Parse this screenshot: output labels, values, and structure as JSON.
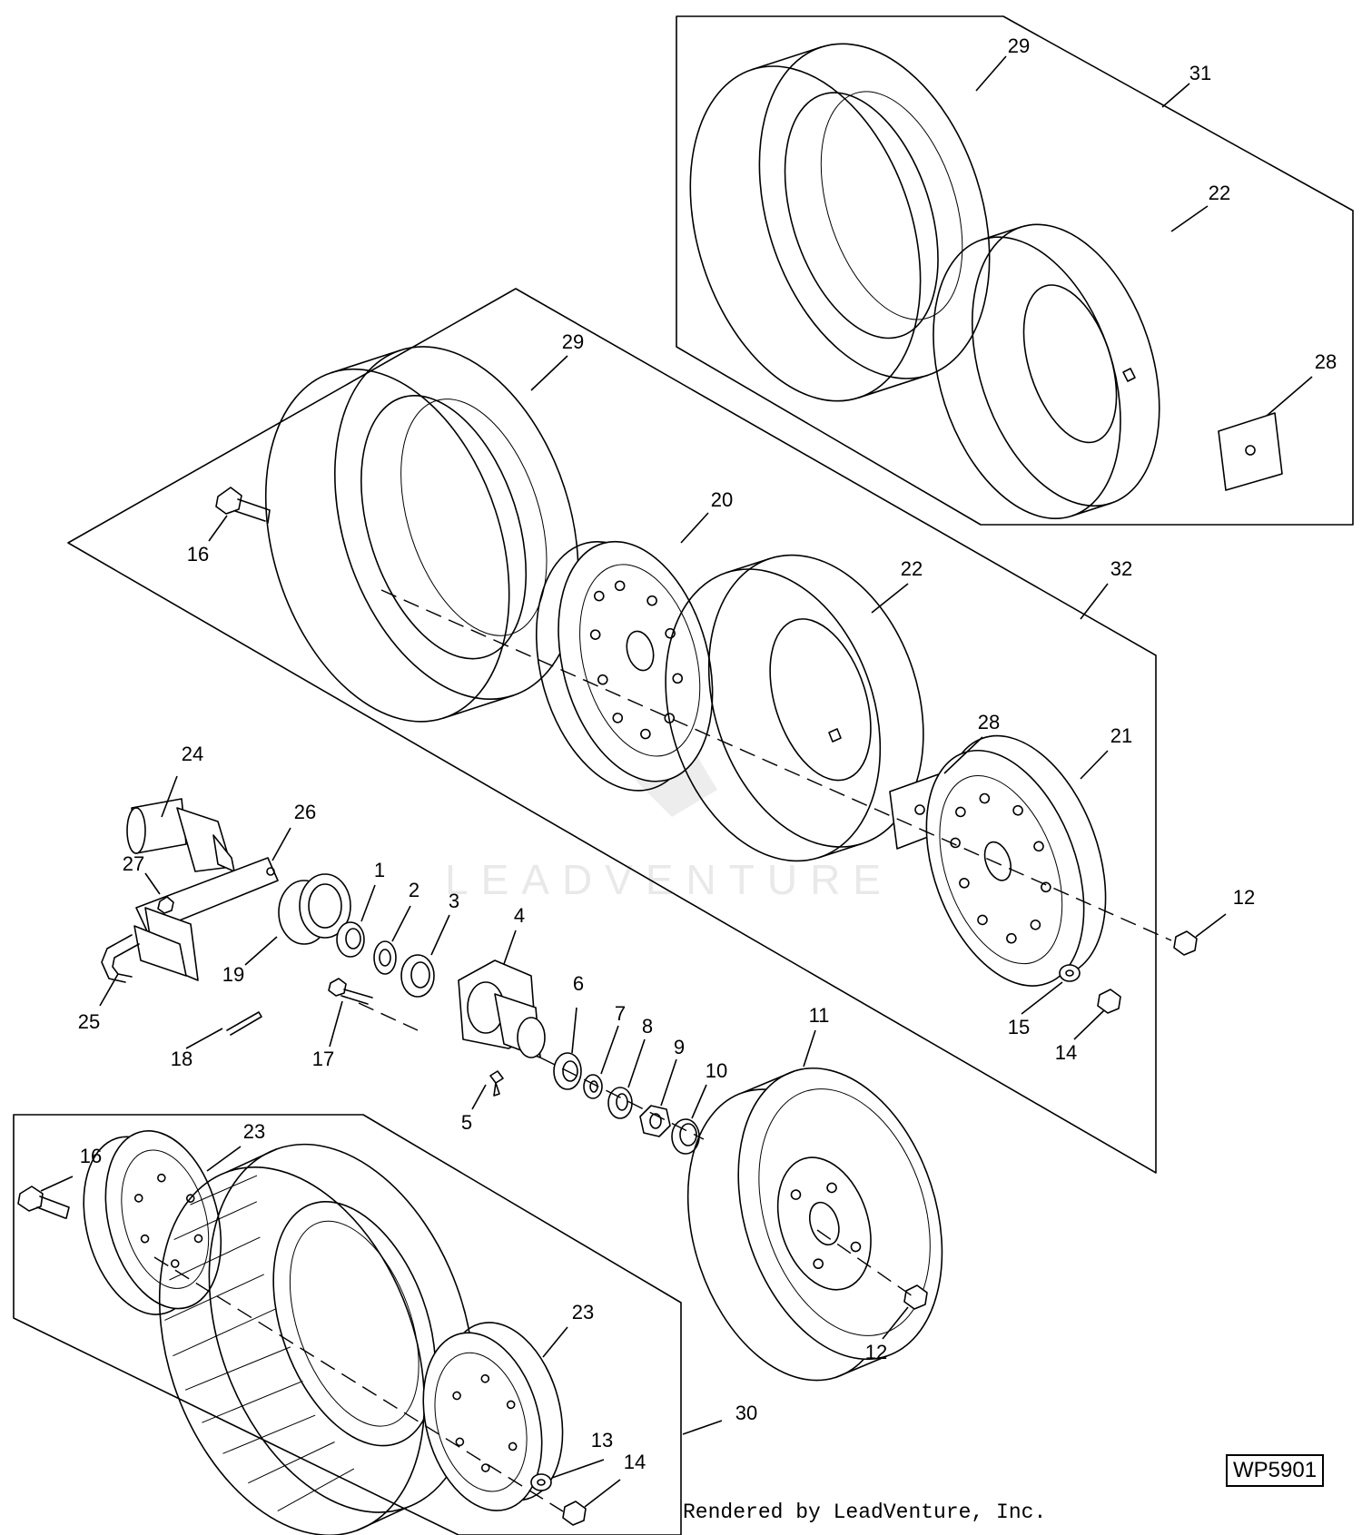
{
  "figure_id": "WP5901",
  "credit": "Rendered by LeadVenture, Inc.",
  "watermark": "LEADVENTURE",
  "callouts": {
    "c1": "1",
    "c2": "2",
    "c3": "3",
    "c4": "4",
    "c5": "5",
    "c6": "6",
    "c7": "7",
    "c8": "8",
    "c9": "9",
    "c10": "10",
    "c11": "11",
    "c12a": "12",
    "c12b": "12",
    "c13": "13",
    "c14a": "14",
    "c14b": "14",
    "c15": "15",
    "c16a": "16",
    "c16b": "16",
    "c17": "17",
    "c18": "18",
    "c19": "19",
    "c20": "20",
    "c21": "21",
    "c22a": "22",
    "c22b": "22",
    "c23a": "23",
    "c23b": "23",
    "c24": "24",
    "c25": "25",
    "c26": "26",
    "c27": "27",
    "c28a": "28",
    "c28b": "28",
    "c29a": "29",
    "c29b": "29",
    "c30": "30",
    "c31": "31",
    "c32": "32"
  }
}
